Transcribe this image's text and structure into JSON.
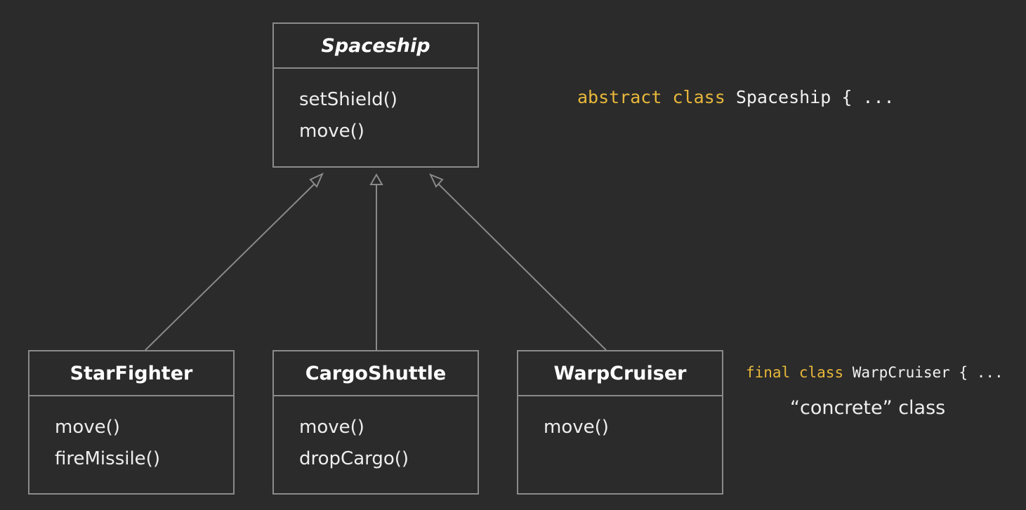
{
  "classes": {
    "spaceship": {
      "name": "Spaceship",
      "methods": [
        "setShield()",
        "move()"
      ]
    },
    "starfighter": {
      "name": "StarFighter",
      "methods": [
        "move()",
        "fireMissile()"
      ]
    },
    "cargoshuttle": {
      "name": "CargoShuttle",
      "methods": [
        "move()",
        "dropCargo()"
      ]
    },
    "warpcruiser": {
      "name": "WarpCruiser",
      "methods": [
        "move()"
      ]
    }
  },
  "code": {
    "abstract_kw1": "abstract",
    "abstract_kw2": "class",
    "abstract_rest": "Spaceship { ...",
    "final_kw1": "final",
    "final_kw2": "class",
    "final_rest": "WarpCruiser { ..."
  },
  "note": "“concrete” class",
  "colors": {
    "background": "#2b2b2b",
    "border": "#8a8a8a",
    "keyword": "#e8b83a",
    "text": "#f2f2f2"
  }
}
